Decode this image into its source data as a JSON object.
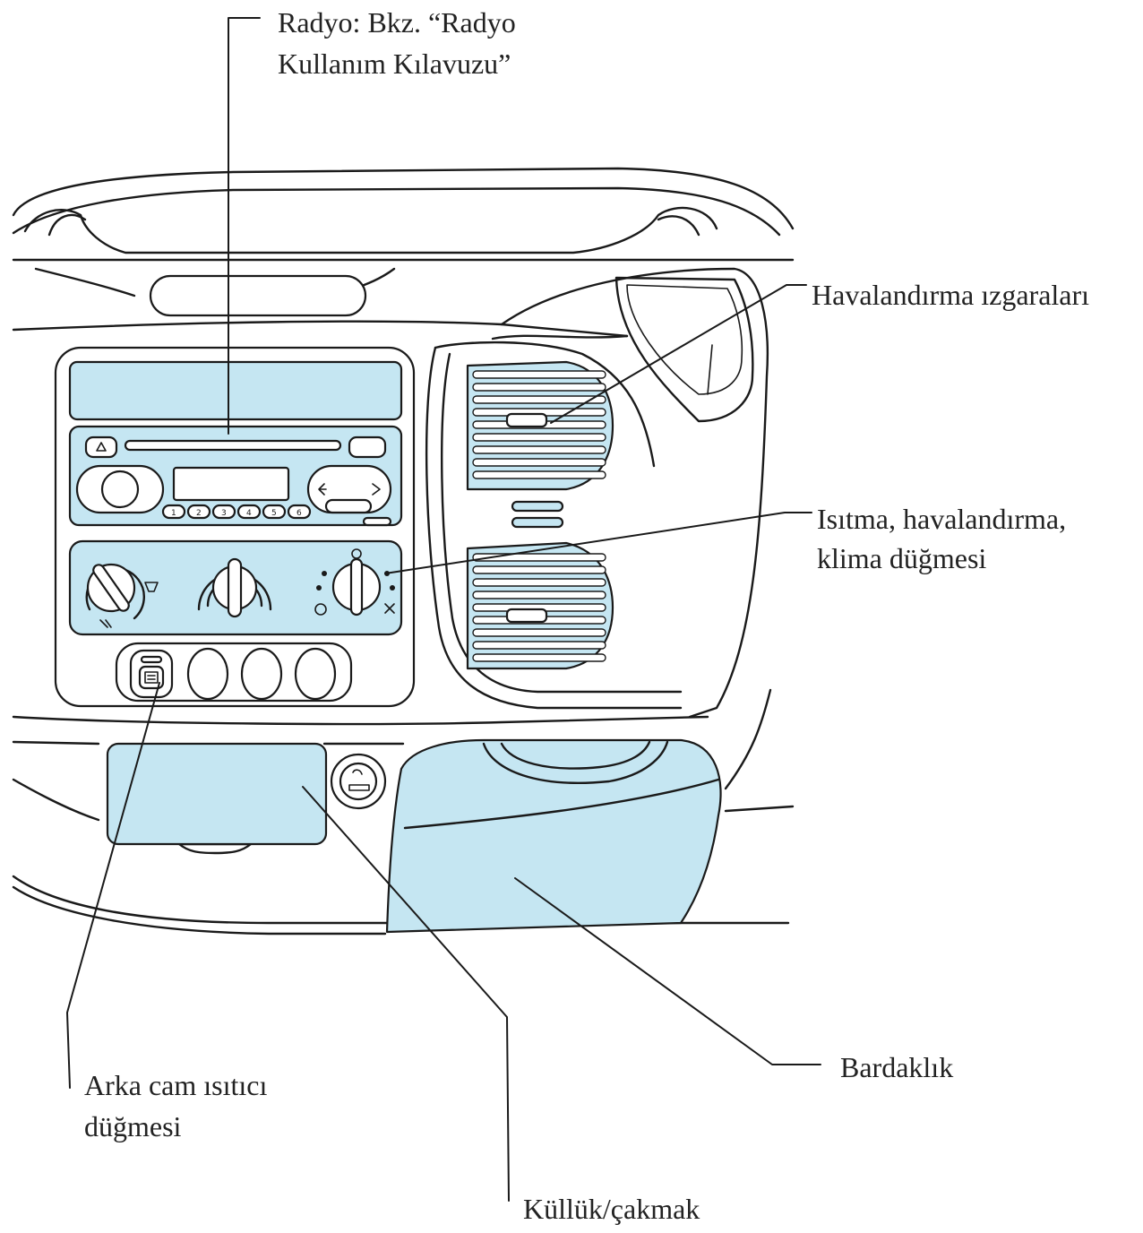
{
  "labels": {
    "radio_line1": "Radyo: Bkz. “Radyo",
    "radio_line2": "Kullanım Kılavuzu”",
    "vents": "Havalandırma ızgaraları",
    "climate_line1": "Isıtma, havalandırma,",
    "climate_line2": "klima düğmesi",
    "rear_defrost_line1": "Arka cam ısıtıcı",
    "rear_defrost_line2": "düğmesi",
    "cupholder": "Bardaklık",
    "ashtray": "Küllük/çakmak"
  },
  "radio_buttons": [
    "1",
    "2",
    "3",
    "4",
    "5",
    "6"
  ],
  "colors": {
    "highlight_blue": "#c5e6f2",
    "line": "#1a1a1a"
  }
}
